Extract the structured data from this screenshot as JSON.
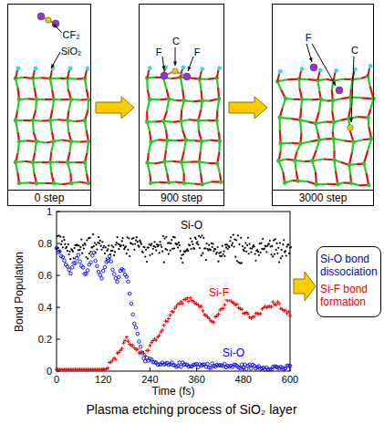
{
  "diagram": {
    "caption": "Plasma etching process of SiO₂ layer",
    "nodes": [
      {
        "text": [
          "0 step"
        ]
      },
      {
        "text": [
          "900 step"
        ]
      },
      {
        "text": [
          "3000 step"
        ]
      },
      {
        "text": [
          "Si-O bond dissociation",
          "Si-F bond formation"
        ]
      }
    ],
    "edges": [
      {
        "from": 0,
        "to": 1,
        "arrow": "to"
      },
      {
        "from": 1,
        "to": 2,
        "arrow": "to"
      }
    ],
    "labels": [
      "CF₂",
      "SiO₂",
      "F",
      "C",
      "F",
      "F",
      "C",
      "Si-O",
      "Si-F",
      "Si-O",
      "Bond Population",
      "Time (fs)",
      "0",
      "0.2",
      "0.4",
      "0.6",
      "0.8",
      "1",
      "0",
      "120",
      "240",
      "360",
      "480",
      "600"
    ]
  }
}
